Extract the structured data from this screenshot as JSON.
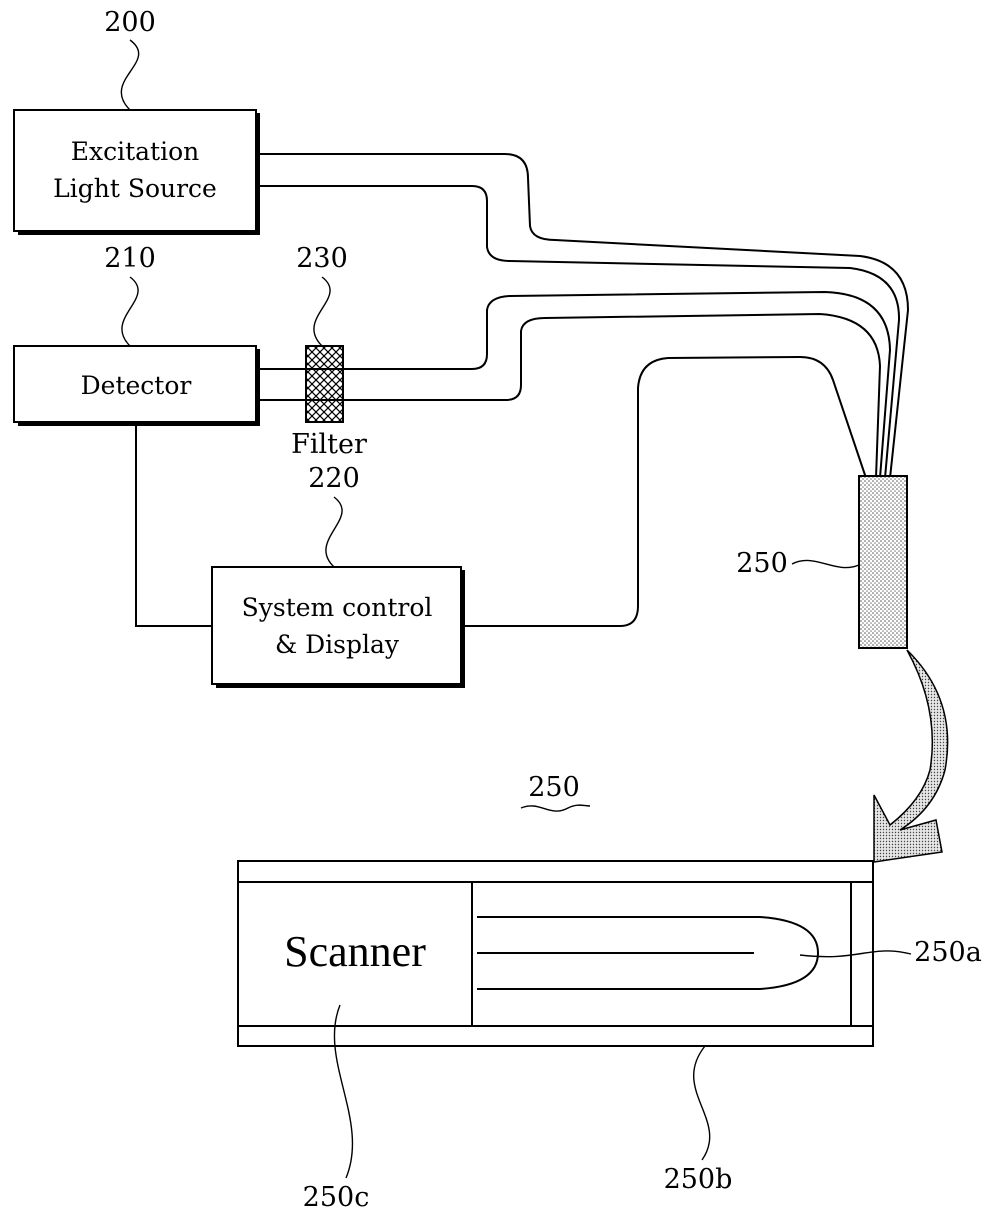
{
  "labels": {
    "ref_200": "200",
    "ref_210": "210",
    "ref_230": "230",
    "ref_220": "220",
    "ref_250_side": "250",
    "ref_250_detail": "250",
    "ref_250a": "250a",
    "ref_250b": "250b",
    "ref_250c": "250c",
    "filter_text": "Filter"
  },
  "boxes": {
    "light_source_line1": "Excitation",
    "light_source_line2": "Light Source",
    "detector": "Detector",
    "system_line1": "System control",
    "system_line2": "& Display",
    "scanner": "Scanner"
  }
}
